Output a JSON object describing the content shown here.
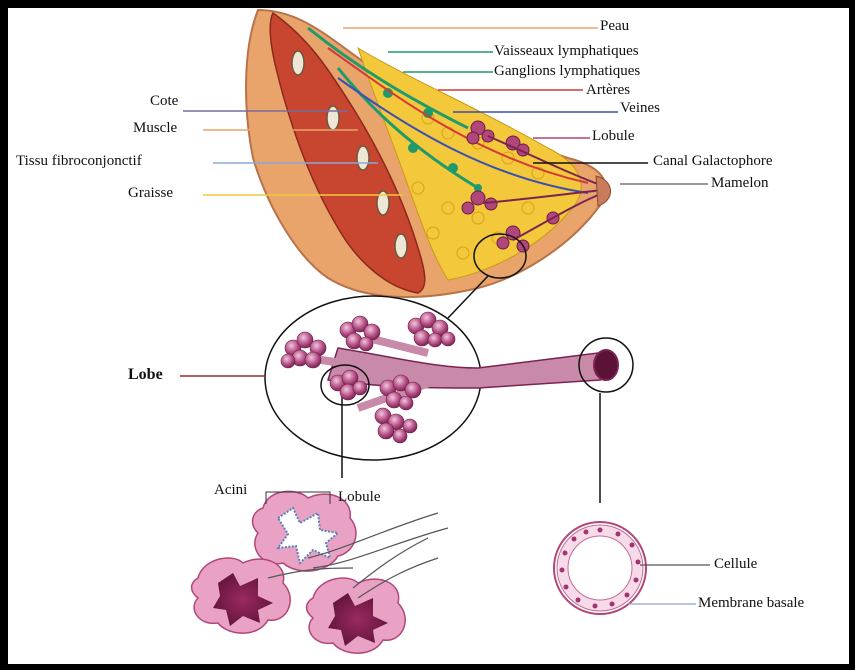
{
  "labels": {
    "peau": "Peau",
    "vaisseaux": "Vaisseaux lymphatiques",
    "ganglions": "Ganglions lymphatiques",
    "arteres": "Artères",
    "veines": "Veines",
    "lobule_top": "Lobule",
    "canal": "Canal Galactophore",
    "mamelon": "Mamelon",
    "cote": "Cote",
    "muscle": "Muscle",
    "tissu": "Tissu fibroconjonctif",
    "graisse": "Graisse",
    "lobe": "Lobe",
    "acini": "Acini",
    "lobule_bottom": "Lobule",
    "cellule": "Cellule",
    "membrane": "Membrane basale"
  },
  "colors": {
    "skin": "#e8a46a",
    "fat": "#f3c83a",
    "muscle": "#c8452f",
    "lymph": "#1f9a6a",
    "artery": "#d23a3a",
    "vein": "#3a4fb0",
    "lobule": "#b0467a",
    "acini_pink": "#e9a2c4",
    "border": "#000000"
  }
}
